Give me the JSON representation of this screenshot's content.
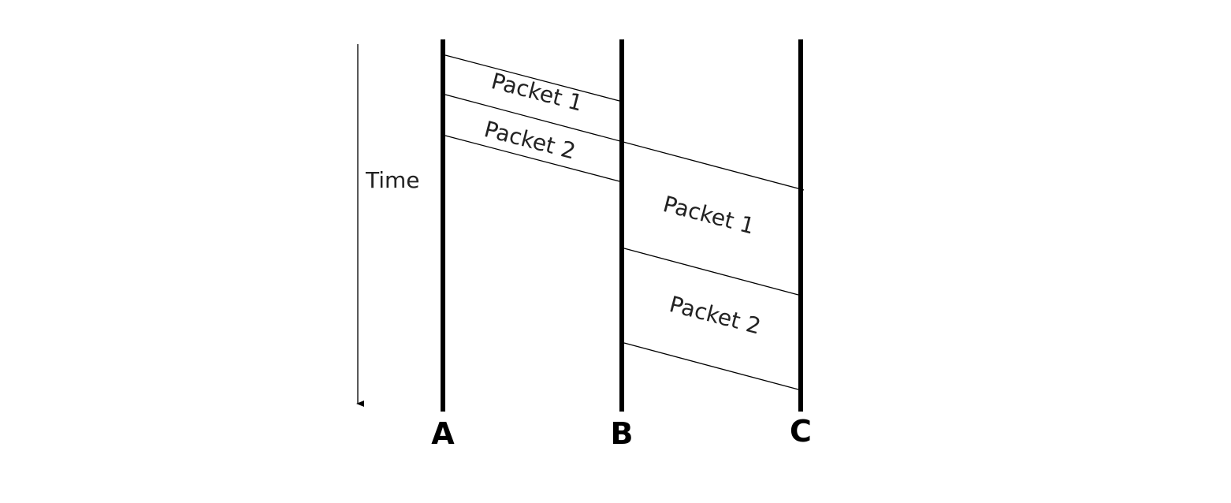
{
  "time_label": "Time",
  "nodes": [
    "A",
    "B",
    "C"
  ],
  "packets": {
    "ab_1": "Packet 1",
    "ab_2": "Packet 2",
    "bc_1": "Packet 1",
    "bc_2": "Packet 2"
  }
}
